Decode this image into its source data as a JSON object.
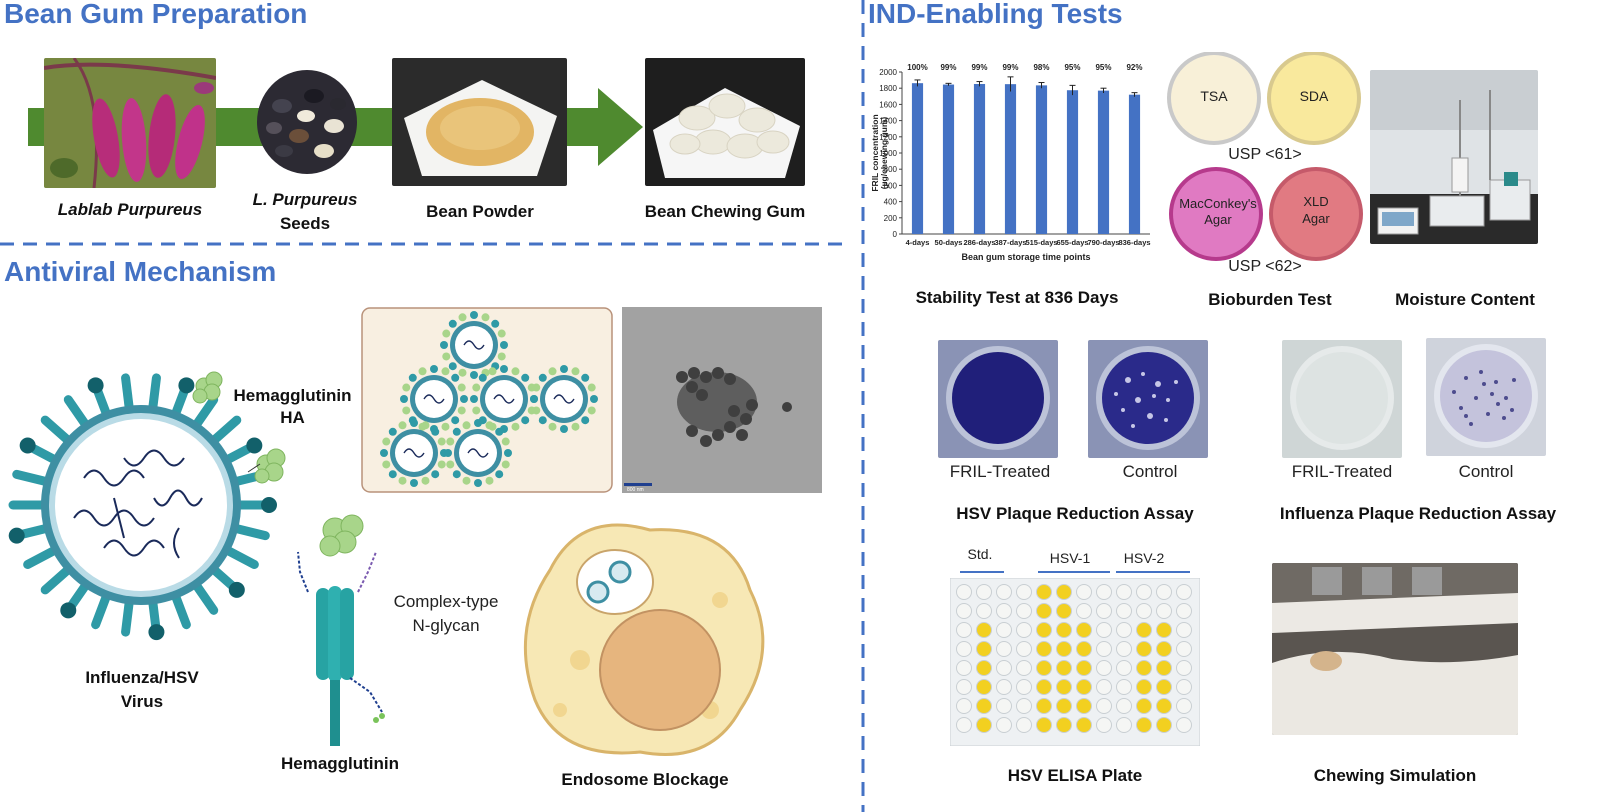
{
  "sections": {
    "bean_gum": "Bean Gum Preparation",
    "antiviral": "Antiviral Mechanism",
    "ind": "IND-Enabling Tests"
  },
  "preparation_steps": [
    {
      "label": "Lablab Purpureus"
    },
    {
      "label_line1": "L. Purpureus",
      "label_line2": "Seeds"
    },
    {
      "label": "Bean Powder"
    },
    {
      "label": "Bean Chewing Gum"
    }
  ],
  "mechanism": {
    "hemagglutinin_ha_line1": "Hemagglutinin",
    "hemagglutinin_ha_line2": "HA",
    "virus_line1": "Influenza/HSV",
    "virus_line2": "Virus",
    "glycan_line1": "Complex-type",
    "glycan_line2": "N-glycan",
    "hemagglutinin": "Hemagglutinin",
    "endosome": "Endosome Blockage",
    "scale_bar": "800 nm"
  },
  "chart_data": {
    "type": "bar",
    "categories": [
      "4-days",
      "50-days",
      "286-days",
      "387-days",
      "515-days",
      "655-days",
      "790-days",
      "836-days"
    ],
    "values": [
      1862,
      1845,
      1852,
      1850,
      1835,
      1775,
      1770,
      1720
    ],
    "errors": [
      40,
      15,
      30,
      90,
      35,
      60,
      30,
      25
    ],
    "data_labels": [
      "100%",
      "99%",
      "99%",
      "99%",
      "98%",
      "95%",
      "95%",
      "92%"
    ],
    "xlabel": "Bean gum storage time points",
    "ylabel_line1": "FRIL concentration",
    "ylabel_line2": "(µg/chewing gum)",
    "ylim": [
      0,
      2000
    ],
    "yticks": [
      0,
      200,
      400,
      600,
      800,
      1000,
      1200,
      1400,
      1600,
      1800,
      2000
    ],
    "color": "#4472c4"
  },
  "tests": {
    "stability": "Stability Test at 836 Days",
    "bioburden": "Bioburden Test",
    "moisture": "Moisture Content",
    "plates": {
      "tsa": "TSA",
      "sda": "SDA",
      "usp61": "USP <61>",
      "macconkey_line1": "MacConkey's",
      "macconkey_line2": "Agar",
      "xld_line1": "XLD",
      "xld_line2": "Agar",
      "usp62": "USP <62>"
    },
    "hsv_treated": "FRIL-Treated",
    "hsv_control": "Control",
    "hsv_assay": "HSV Plaque Reduction Assay",
    "flu_treated": "FRIL-Treated",
    "flu_control": "Control",
    "flu_assay": "Influenza Plaque Reduction Assay",
    "elisa_std": "Std.",
    "elisa_hsv1": "HSV-1",
    "elisa_hsv2": "HSV-2",
    "elisa": "HSV ELISA Plate",
    "chewing": "Chewing Simulation"
  },
  "colors": {
    "accent": "#4472c4",
    "arrow": "#4f8a2f",
    "virus_teal": "#2f9aa6",
    "ha_green": "#a8d58a"
  }
}
